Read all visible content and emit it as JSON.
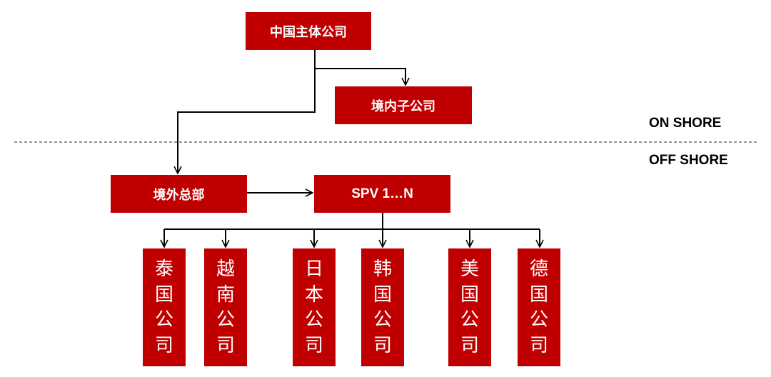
{
  "colors": {
    "box_fill": "#c00000",
    "box_text": "#ffffff",
    "line": "#000000",
    "divider": "#555555"
  },
  "zones": {
    "onshore": "ON SHORE",
    "offshore": "OFF SHORE"
  },
  "nodes": {
    "china_parent": "中国主体公司",
    "domestic_sub": "境内子公司",
    "overseas_hq": "境外总部",
    "spv": "SPV 1…N"
  },
  "subsidiaries": [
    {
      "id": "thailand",
      "chars": [
        "泰",
        "国",
        "公",
        "司"
      ]
    },
    {
      "id": "vietnam",
      "chars": [
        "越",
        "南",
        "公",
        "司"
      ]
    },
    {
      "id": "japan",
      "chars": [
        "日",
        "本",
        "公",
        "司"
      ]
    },
    {
      "id": "korea",
      "chars": [
        "韩",
        "国",
        "公",
        "司"
      ]
    },
    {
      "id": "usa",
      "chars": [
        "美",
        "国",
        "公",
        "司"
      ]
    },
    {
      "id": "germany",
      "chars": [
        "德",
        "国",
        "公",
        "司"
      ]
    }
  ]
}
